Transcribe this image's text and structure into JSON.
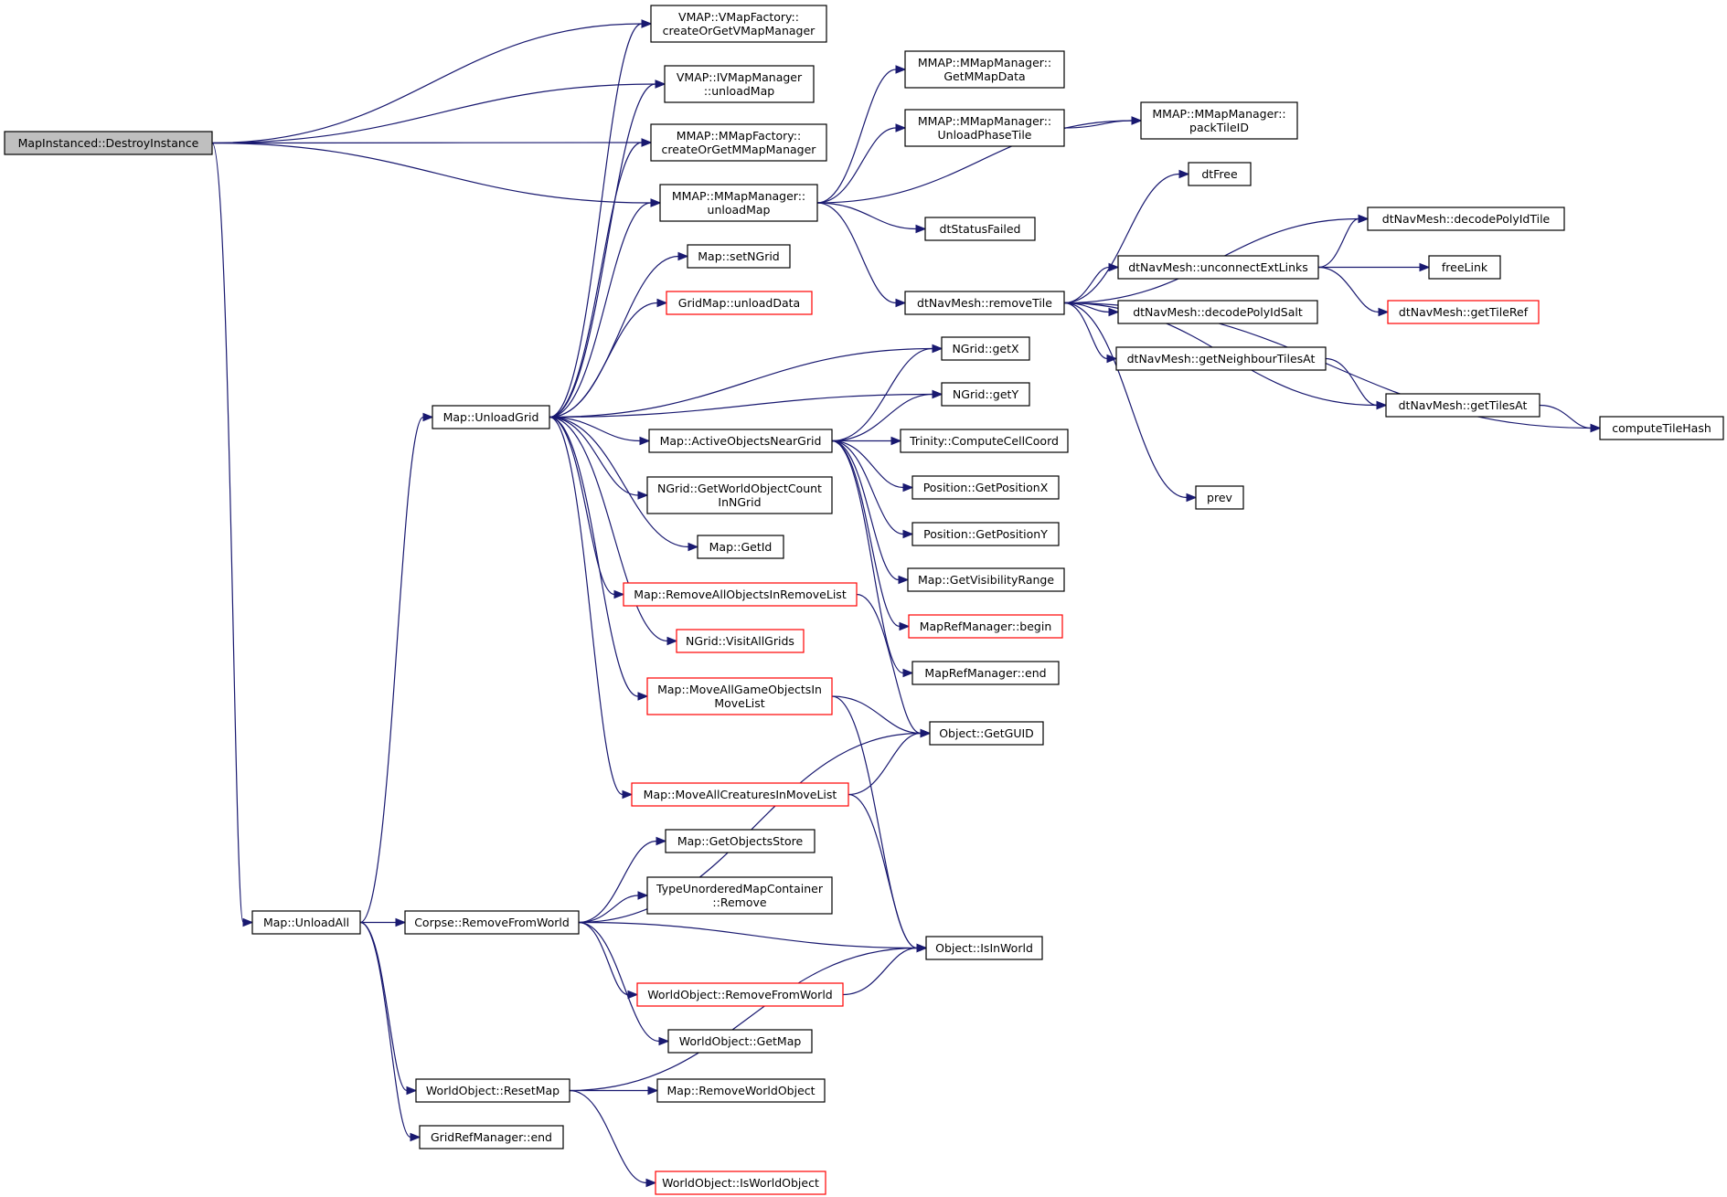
{
  "diagram": {
    "nodes": [
      {
        "id": "destroy",
        "lines": [
          "MapInstanced::DestroyInstance"
        ],
        "style": "root"
      },
      {
        "id": "unloadAll",
        "lines": [
          "Map::UnloadAll"
        ],
        "style": "normal"
      },
      {
        "id": "unloadGrid",
        "lines": [
          "Map::UnloadGrid"
        ],
        "style": "normal"
      },
      {
        "id": "vmapFactory",
        "lines": [
          "VMAP::VMapFactory::",
          "createOrGetVMapManager"
        ],
        "style": "normal"
      },
      {
        "id": "ivmapUnload",
        "lines": [
          "VMAP::IVMapManager",
          "::unloadMap"
        ],
        "style": "normal"
      },
      {
        "id": "mmapFactory",
        "lines": [
          "MMAP::MMapFactory::",
          "createOrGetMMapManager"
        ],
        "style": "normal"
      },
      {
        "id": "mmapUnloadMap",
        "lines": [
          "MMAP::MMapManager::",
          "unloadMap"
        ],
        "style": "normal"
      },
      {
        "id": "setNGrid",
        "lines": [
          "Map::setNGrid"
        ],
        "style": "normal"
      },
      {
        "id": "gridUnloadData",
        "lines": [
          "GridMap::unloadData"
        ],
        "style": "red"
      },
      {
        "id": "getMMapData",
        "lines": [
          "MMAP::MMapManager::",
          "GetMMapData"
        ],
        "style": "normal"
      },
      {
        "id": "unloadPhaseTile",
        "lines": [
          "MMAP::MMapManager::",
          "UnloadPhaseTile"
        ],
        "style": "normal"
      },
      {
        "id": "packTileID",
        "lines": [
          "MMAP::MMapManager::",
          "packTileID"
        ],
        "style": "normal"
      },
      {
        "id": "dtStatusFailed",
        "lines": [
          "dtStatusFailed"
        ],
        "style": "normal"
      },
      {
        "id": "removeTile",
        "lines": [
          "dtNavMesh::removeTile"
        ],
        "style": "normal"
      },
      {
        "id": "dtFree",
        "lines": [
          "dtFree"
        ],
        "style": "normal"
      },
      {
        "id": "decodePolyIdTile",
        "lines": [
          "dtNavMesh::decodePolyIdTile"
        ],
        "style": "normal"
      },
      {
        "id": "unconnectExtLinks",
        "lines": [
          "dtNavMesh::unconnectExtLinks"
        ],
        "style": "normal"
      },
      {
        "id": "freeLink",
        "lines": [
          "freeLink"
        ],
        "style": "normal"
      },
      {
        "id": "getTileRef",
        "lines": [
          "dtNavMesh::getTileRef"
        ],
        "style": "red"
      },
      {
        "id": "decodePolyIdSalt",
        "lines": [
          "dtNavMesh::decodePolyIdSalt"
        ],
        "style": "normal"
      },
      {
        "id": "getNeighbourTilesAt",
        "lines": [
          "dtNavMesh::getNeighbourTilesAt"
        ],
        "style": "normal"
      },
      {
        "id": "getTilesAt",
        "lines": [
          "dtNavMesh::getTilesAt"
        ],
        "style": "normal"
      },
      {
        "id": "computeTileHash",
        "lines": [
          "computeTileHash"
        ],
        "style": "normal"
      },
      {
        "id": "prev",
        "lines": [
          "prev"
        ],
        "style": "normal"
      },
      {
        "id": "getX",
        "lines": [
          "NGrid::getX"
        ],
        "style": "normal"
      },
      {
        "id": "getY",
        "lines": [
          "NGrid::getY"
        ],
        "style": "normal"
      },
      {
        "id": "activeObjects",
        "lines": [
          "Map::ActiveObjectsNearGrid"
        ],
        "style": "normal"
      },
      {
        "id": "computeCellCoord",
        "lines": [
          "Trinity::ComputeCellCoord"
        ],
        "style": "normal"
      },
      {
        "id": "getPositionX",
        "lines": [
          "Position::GetPositionX"
        ],
        "style": "normal"
      },
      {
        "id": "getPositionY",
        "lines": [
          "Position::GetPositionY"
        ],
        "style": "normal"
      },
      {
        "id": "getVisibilityRange",
        "lines": [
          "Map::GetVisibilityRange"
        ],
        "style": "normal"
      },
      {
        "id": "mapRefBegin",
        "lines": [
          "MapRefManager::begin"
        ],
        "style": "red"
      },
      {
        "id": "mapRefEnd",
        "lines": [
          "MapRefManager::end"
        ],
        "style": "normal"
      },
      {
        "id": "worldObjCount",
        "lines": [
          "NGrid::GetWorldObjectCount",
          "InNGrid"
        ],
        "style": "normal"
      },
      {
        "id": "getId",
        "lines": [
          "Map::GetId"
        ],
        "style": "normal"
      },
      {
        "id": "removeAllObjects",
        "lines": [
          "Map::RemoveAllObjectsInRemoveList"
        ],
        "style": "red"
      },
      {
        "id": "visitAllGrids",
        "lines": [
          "NGrid::VisitAllGrids"
        ],
        "style": "red"
      },
      {
        "id": "moveAllGameObjects",
        "lines": [
          "Map::MoveAllGameObjectsIn",
          "MoveList"
        ],
        "style": "red"
      },
      {
        "id": "getGUID",
        "lines": [
          "Object::GetGUID"
        ],
        "style": "normal"
      },
      {
        "id": "moveAllCreatures",
        "lines": [
          "Map::MoveAllCreaturesInMoveList"
        ],
        "style": "red"
      },
      {
        "id": "getObjectsStore",
        "lines": [
          "Map::GetObjectsStore"
        ],
        "style": "normal"
      },
      {
        "id": "typeUnorderedRemove",
        "lines": [
          "TypeUnorderedMapContainer",
          "::Remove"
        ],
        "style": "normal"
      },
      {
        "id": "corpseRemove",
        "lines": [
          "Corpse::RemoveFromWorld"
        ],
        "style": "normal"
      },
      {
        "id": "isInWorld",
        "lines": [
          "Object::IsInWorld"
        ],
        "style": "normal"
      },
      {
        "id": "worldObjRemove",
        "lines": [
          "WorldObject::RemoveFromWorld"
        ],
        "style": "red"
      },
      {
        "id": "worldObjGetMap",
        "lines": [
          "WorldObject::GetMap"
        ],
        "style": "normal"
      },
      {
        "id": "resetMap",
        "lines": [
          "WorldObject::ResetMap"
        ],
        "style": "normal"
      },
      {
        "id": "removeWorldObject",
        "lines": [
          "Map::RemoveWorldObject"
        ],
        "style": "normal"
      },
      {
        "id": "gridRefEnd",
        "lines": [
          "GridRefManager::end"
        ],
        "style": "normal"
      },
      {
        "id": "isWorldObject",
        "lines": [
          "WorldObject::IsWorldObject"
        ],
        "style": "red"
      }
    ],
    "edges": [
      [
        "destroy",
        "vmapFactory"
      ],
      [
        "destroy",
        "ivmapUnload"
      ],
      [
        "destroy",
        "mmapFactory"
      ],
      [
        "destroy",
        "mmapUnloadMap"
      ],
      [
        "destroy",
        "unloadAll"
      ],
      [
        "unloadAll",
        "unloadGrid"
      ],
      [
        "unloadAll",
        "corpseRemove"
      ],
      [
        "unloadAll",
        "resetMap"
      ],
      [
        "unloadAll",
        "gridRefEnd"
      ],
      [
        "unloadGrid",
        "vmapFactory"
      ],
      [
        "unloadGrid",
        "ivmapUnload"
      ],
      [
        "unloadGrid",
        "mmapFactory"
      ],
      [
        "unloadGrid",
        "mmapUnloadMap"
      ],
      [
        "unloadGrid",
        "setNGrid"
      ],
      [
        "unloadGrid",
        "gridUnloadData"
      ],
      [
        "unloadGrid",
        "getX"
      ],
      [
        "unloadGrid",
        "getY"
      ],
      [
        "unloadGrid",
        "activeObjects"
      ],
      [
        "unloadGrid",
        "worldObjCount"
      ],
      [
        "unloadGrid",
        "getId"
      ],
      [
        "unloadGrid",
        "removeAllObjects"
      ],
      [
        "unloadGrid",
        "visitAllGrids"
      ],
      [
        "unloadGrid",
        "moveAllGameObjects"
      ],
      [
        "unloadGrid",
        "moveAllCreatures"
      ],
      [
        "mmapUnloadMap",
        "getMMapData"
      ],
      [
        "mmapUnloadMap",
        "unloadPhaseTile"
      ],
      [
        "mmapUnloadMap",
        "packTileID"
      ],
      [
        "mmapUnloadMap",
        "dtStatusFailed"
      ],
      [
        "mmapUnloadMap",
        "removeTile"
      ],
      [
        "unloadPhaseTile",
        "packTileID"
      ],
      [
        "removeTile",
        "dtFree"
      ],
      [
        "removeTile",
        "decodePolyIdTile"
      ],
      [
        "removeTile",
        "unconnectExtLinks"
      ],
      [
        "removeTile",
        "decodePolyIdSalt"
      ],
      [
        "removeTile",
        "getNeighbourTilesAt"
      ],
      [
        "removeTile",
        "getTilesAt"
      ],
      [
        "removeTile",
        "computeTileHash"
      ],
      [
        "removeTile",
        "prev"
      ],
      [
        "unconnectExtLinks",
        "decodePolyIdTile"
      ],
      [
        "unconnectExtLinks",
        "freeLink"
      ],
      [
        "unconnectExtLinks",
        "getTileRef"
      ],
      [
        "getNeighbourTilesAt",
        "getTilesAt"
      ],
      [
        "getTilesAt",
        "computeTileHash"
      ],
      [
        "activeObjects",
        "getX"
      ],
      [
        "activeObjects",
        "getY"
      ],
      [
        "activeObjects",
        "computeCellCoord"
      ],
      [
        "activeObjects",
        "getPositionX"
      ],
      [
        "activeObjects",
        "getPositionY"
      ],
      [
        "activeObjects",
        "getVisibilityRange"
      ],
      [
        "activeObjects",
        "mapRefBegin"
      ],
      [
        "activeObjects",
        "mapRefEnd"
      ],
      [
        "removeAllObjects",
        "getGUID"
      ],
      [
        "moveAllGameObjects",
        "getGUID"
      ],
      [
        "moveAllGameObjects",
        "isInWorld"
      ],
      [
        "moveAllCreatures",
        "getGUID"
      ],
      [
        "moveAllCreatures",
        "isInWorld"
      ],
      [
        "corpseRemove",
        "getGUID"
      ],
      [
        "corpseRemove",
        "getObjectsStore"
      ],
      [
        "corpseRemove",
        "typeUnorderedRemove"
      ],
      [
        "corpseRemove",
        "isInWorld"
      ],
      [
        "corpseRemove",
        "worldObjRemove"
      ],
      [
        "corpseRemove",
        "worldObjGetMap"
      ],
      [
        "worldObjRemove",
        "isInWorld"
      ],
      [
        "resetMap",
        "removeWorldObject"
      ],
      [
        "resetMap",
        "isInWorld"
      ],
      [
        "resetMap",
        "isWorldObject"
      ]
    ]
  }
}
